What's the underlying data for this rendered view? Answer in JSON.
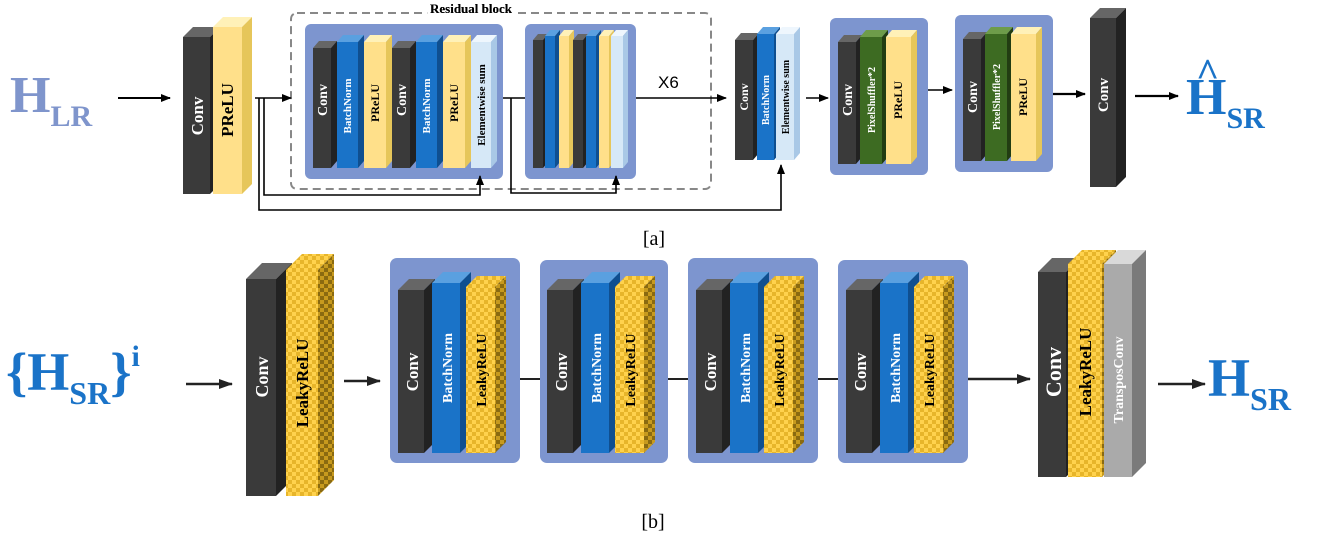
{
  "part_a": {
    "input_label": "H",
    "input_sub": "LR",
    "output_label": "H",
    "output_sub": "SR",
    "output_hat": "^",
    "residual_title": "Residual block",
    "repeat_label": "X6",
    "caption": "[a]",
    "layers": {
      "conv": "Conv",
      "prelu": "PReLU",
      "batchnorm": "BatchNorm",
      "elementwise_sum": "Elementwise sum",
      "pixelshuffler": "PixelShuffler*2"
    }
  },
  "part_b": {
    "input_open": "{H",
    "input_sub": "SR",
    "input_close": "}",
    "input_sup": "i",
    "output_label": "H",
    "output_sub": "SR",
    "caption": "[b]",
    "layers": {
      "conv": "Conv",
      "leakyrelu": "LeakyReLU",
      "batchnorm": "BatchNorm",
      "transposconv": "TransposConv"
    }
  },
  "colors": {
    "conv": "#3a3a3a",
    "prelu": "#ffe08a",
    "batchnorm": "#1a73c8",
    "elementwise": "#d6e8f7",
    "pixelshuffler": "#3d6b22",
    "transposconv": "#aaaaaa",
    "group_bg": "#7d95cf",
    "input_a": "#7f95cc",
    "accent_blue": "#1a73c8"
  }
}
